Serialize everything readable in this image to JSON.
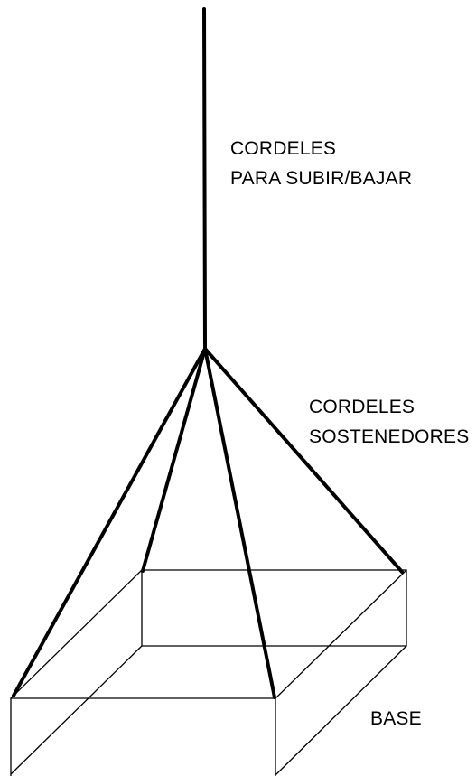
{
  "labels": {
    "lift_cords": [
      "CORDELES",
      "PARA SUBIR/BAJAR"
    ],
    "support_cords": [
      "CORDELES",
      "SOSTENEDORES"
    ],
    "base": "BASE"
  },
  "colors": {
    "line": "#000000",
    "background": "#ffffff"
  }
}
